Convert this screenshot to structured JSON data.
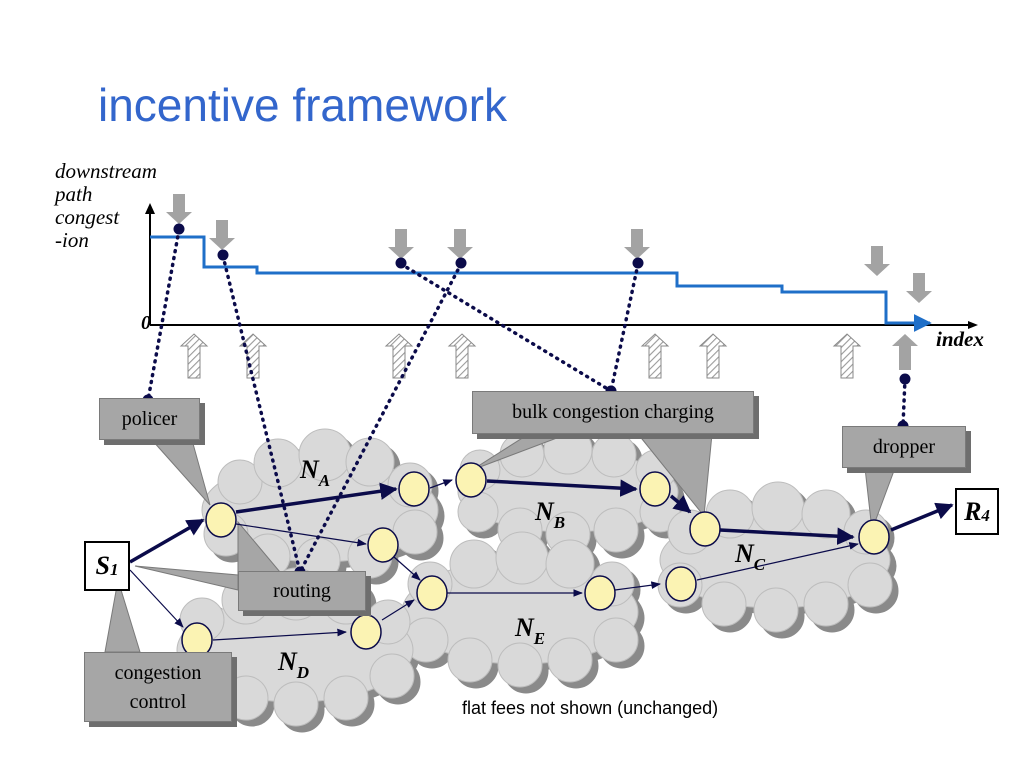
{
  "slide": {
    "title": "incentive framework",
    "y_axis_label": [
      "downstream",
      "path",
      "congest",
      "-ion"
    ],
    "y_axis_zero": "0",
    "x_axis_label": "index",
    "footnote": "flat fees not shown (unchanged)"
  },
  "endpoints": {
    "source": {
      "letter": "S",
      "sub": "1"
    },
    "receiver": {
      "letter": "R",
      "sub": "4"
    }
  },
  "networks": [
    {
      "letter": "N",
      "sub": "A"
    },
    {
      "letter": "N",
      "sub": "B"
    },
    {
      "letter": "N",
      "sub": "C"
    },
    {
      "letter": "N",
      "sub": "D"
    },
    {
      "letter": "N",
      "sub": "E"
    }
  ],
  "callouts": {
    "policer": "policer",
    "bulk_charging": "bulk congestion charging",
    "dropper": "dropper",
    "routing": "routing",
    "congestion_control": [
      "congestion",
      "control"
    ]
  },
  "colors": {
    "title": "#3366cc",
    "profile_line": "#1f6fc8",
    "callout_fill": "#a6a6a6",
    "cloud_fill": "#d9d9d9",
    "node_fill": "#fbf3b3"
  },
  "icons": [
    "down-arrow-icon",
    "hatched-up-arrow-icon"
  ]
}
